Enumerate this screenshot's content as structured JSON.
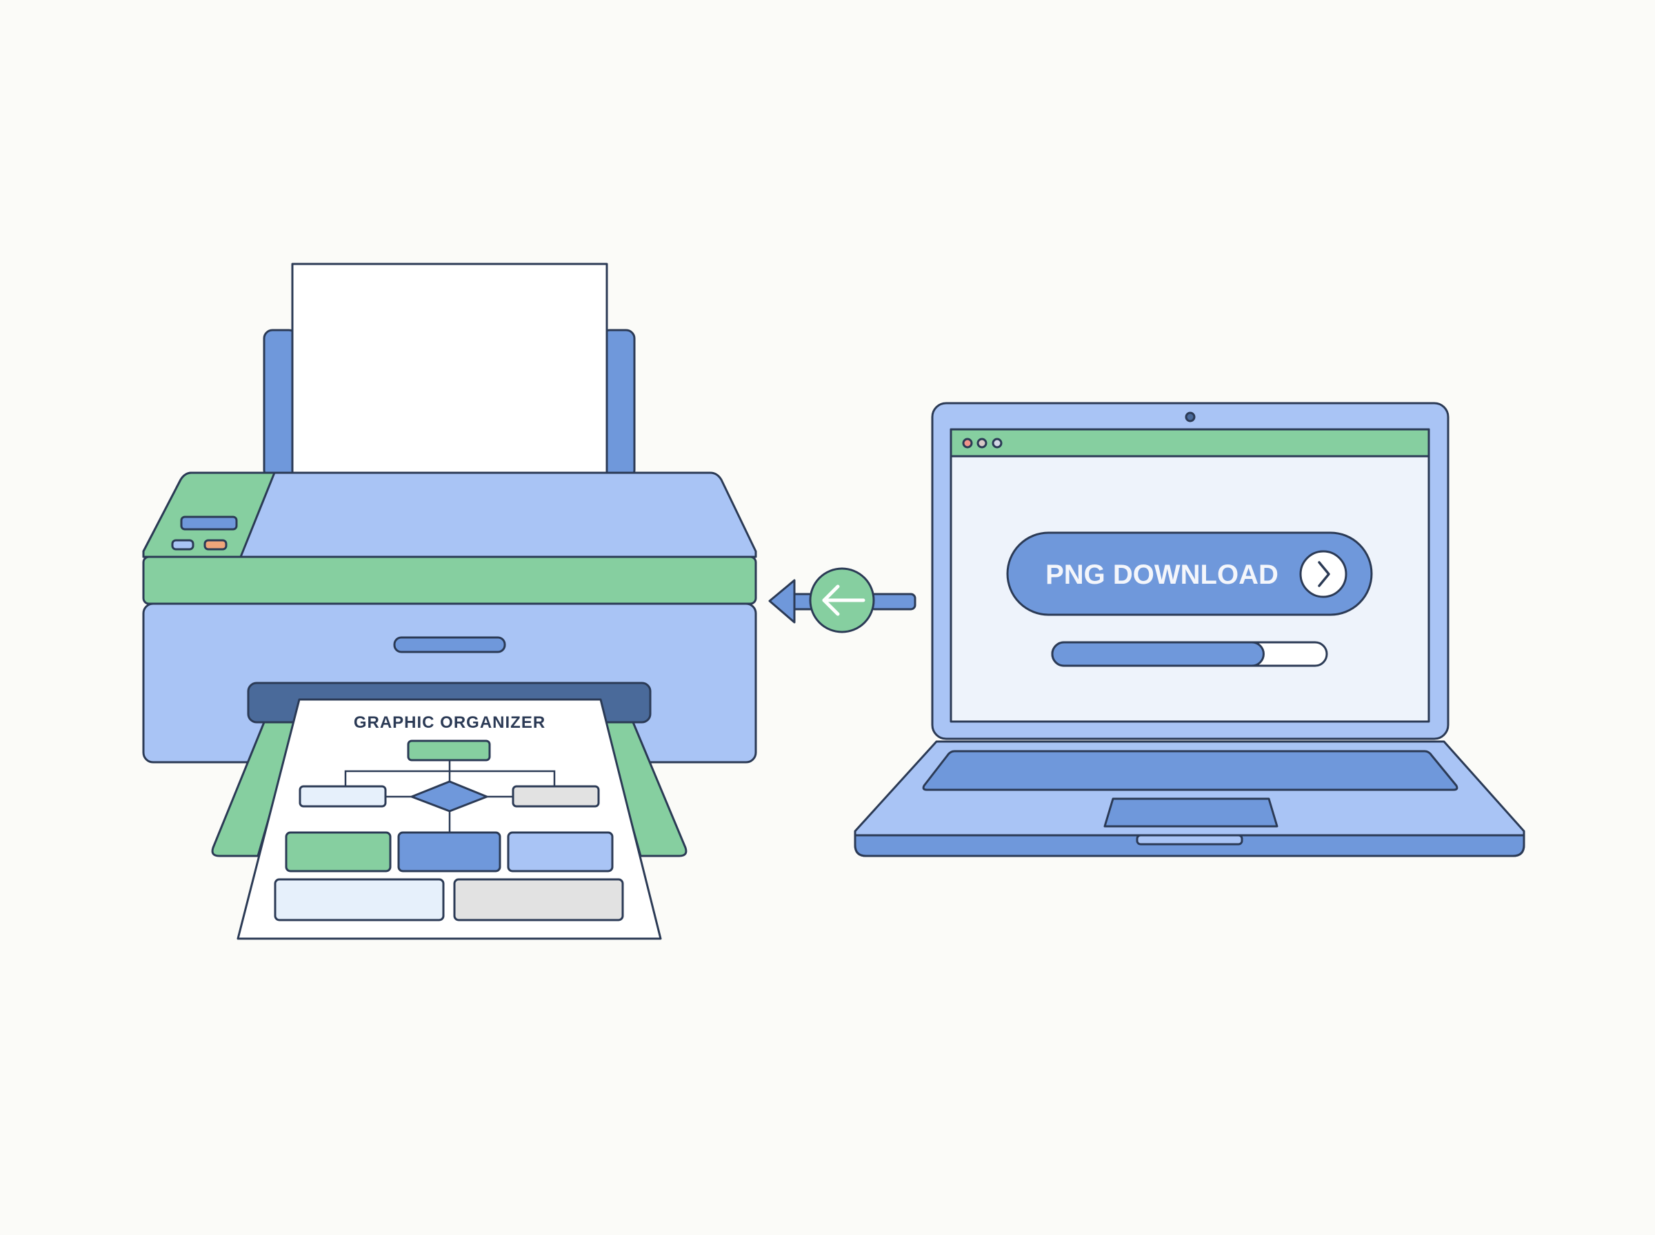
{
  "document": {
    "title": "GRAPHIC ORGANIZER"
  },
  "browser": {
    "download_button": {
      "label": "PNG DOWNLOAD",
      "icon": "chevron-right-icon"
    },
    "progress": 0.77,
    "window_dots": [
      "#f0948a",
      "#d9c9c7",
      "#d3d6e4"
    ]
  },
  "transfer_arrow": {
    "icon": "arrow-left-icon",
    "direction": "laptop-to-printer"
  },
  "colors": {
    "background": "#fbfbf8",
    "outline": "#2b3a55",
    "blue_light": "#a9c4f5",
    "blue_mid": "#6f98db",
    "green": "#86cfa0",
    "slot": "#4a6a9a",
    "screen": "#eef3fb",
    "orange": "#f0a57a"
  }
}
